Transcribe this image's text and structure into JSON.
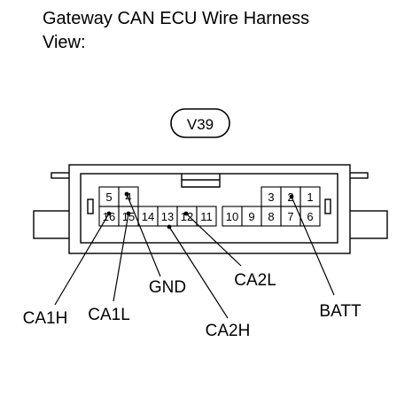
{
  "title": {
    "line1": "Gateway CAN ECU Wire Harness",
    "line2": "View:"
  },
  "connector_code": "V39",
  "pins": {
    "top_left": [
      "5",
      "4"
    ],
    "top_right": [
      "3",
      "2",
      "1"
    ],
    "bottom": [
      "16",
      "15",
      "14",
      "13",
      "12",
      "11",
      "10",
      "9",
      "8",
      "7",
      "6"
    ]
  },
  "callouts": [
    {
      "label": "GND",
      "pin": "4"
    },
    {
      "label": "CA2L",
      "pin": "12"
    },
    {
      "label": "CA1H",
      "pin": "16"
    },
    {
      "label": "CA1L",
      "pin": "15"
    },
    {
      "label": "CA2H",
      "pin": "13"
    },
    {
      "label": "BATT",
      "pin": "2"
    }
  ]
}
